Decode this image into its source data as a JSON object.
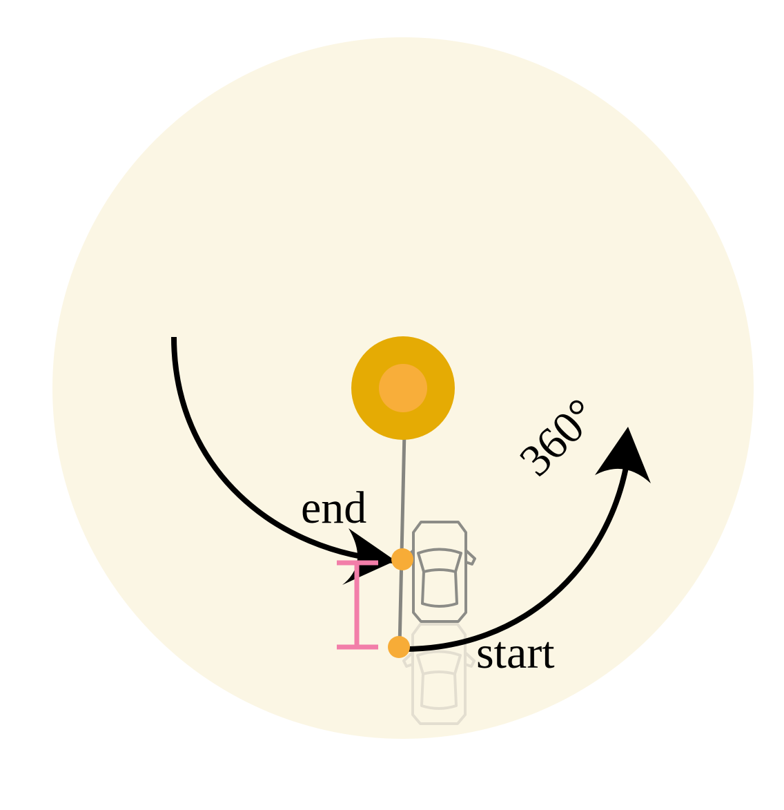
{
  "colors": {
    "background_disc": "#fbf6e4",
    "sun_outer": "#e5ab04",
    "sun_inner": "#f8ae3a",
    "pole": "#858580",
    "marker": "#f7ac37",
    "car_outline": "#8c8c87",
    "car_ghost_outline": "#e3ded0",
    "arrow": "#000000",
    "scale_bar": "#f27ea9"
  },
  "labels": {
    "end": "end",
    "start": "start",
    "angle": "360°"
  },
  "icons": {
    "sun": "sun-icon",
    "car": "car-icon"
  }
}
